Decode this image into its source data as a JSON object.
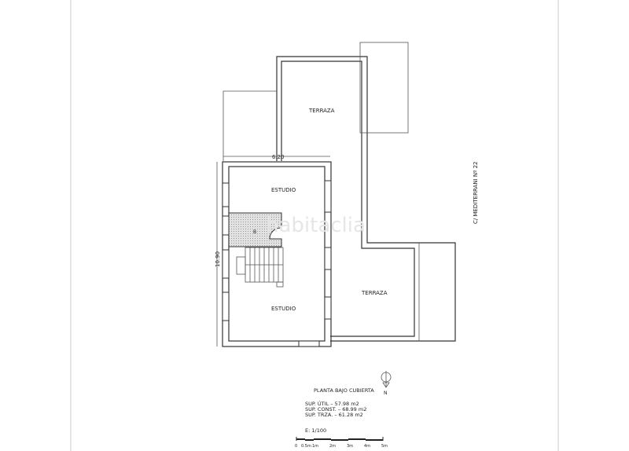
{
  "rooms": {
    "terrace_top": "TERRAZA",
    "terrace_right": "TERRAZA",
    "studio_top": "ESTUDIO",
    "studio_bottom": "ESTUDIO",
    "bath": "B"
  },
  "dimensions": {
    "width": "6.20",
    "height": "10.90"
  },
  "street": "C/ MEDITERRANI Nº 22",
  "watermark": "habitaclia",
  "north": "N",
  "legend": {
    "title": "PLANTA BAJO CUBIERTA",
    "sup_util": "SUP. ÚTIL  –  57.98  m2",
    "sup_const": "SUP. CONST.  –  68.99  m2",
    "sup_trza": "SUP. TRZA.  –  61.28  m2",
    "scale": "E: 1/100"
  },
  "scale_bar": {
    "ticks": [
      "0",
      "0.5m",
      "1m",
      "2m",
      "3m",
      "4m",
      "5m"
    ]
  },
  "colors": {
    "line": "#333333",
    "hatch": "#d8d8d8"
  }
}
